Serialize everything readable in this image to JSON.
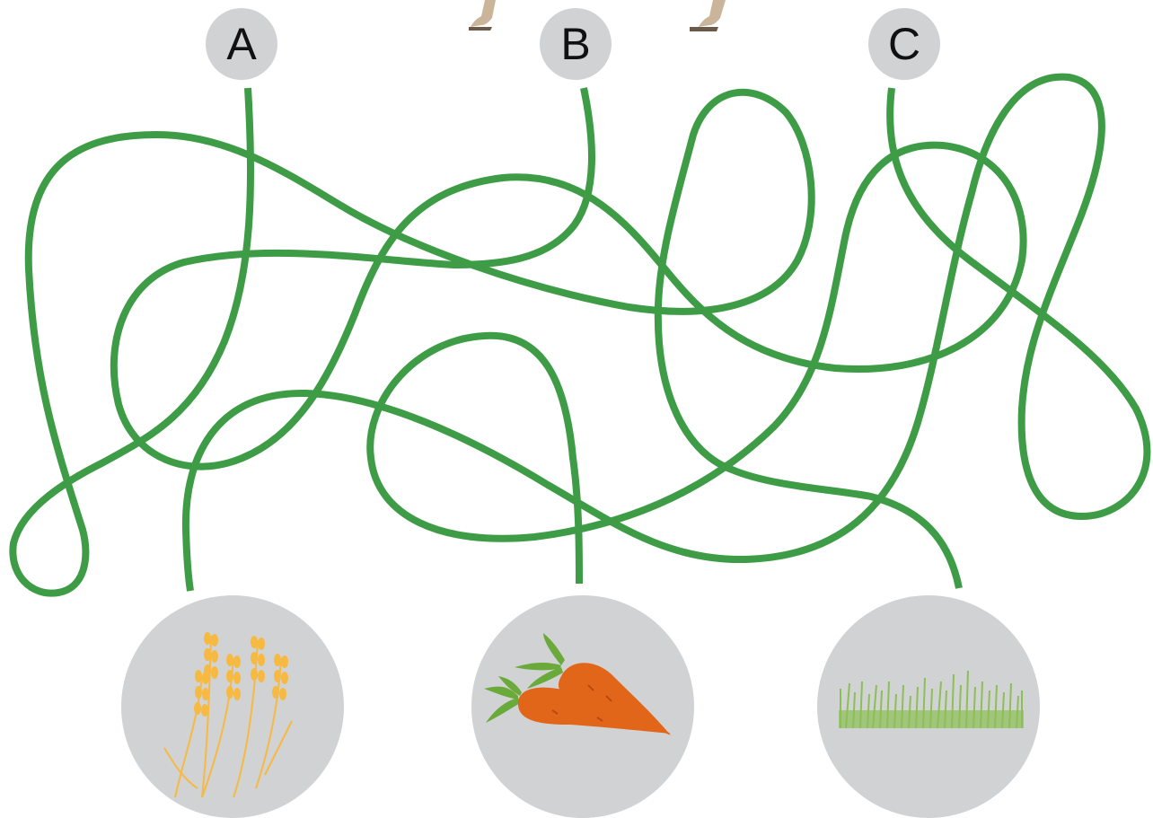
{
  "game": {
    "type": "maze",
    "starts": [
      {
        "id": "a",
        "label": "A"
      },
      {
        "id": "b",
        "label": "B"
      },
      {
        "id": "c",
        "label": "C"
      }
    ],
    "goals": [
      {
        "id": "wheat",
        "icon": "wheat-icon"
      },
      {
        "id": "carrot",
        "icon": "carrots-icon"
      },
      {
        "id": "grass",
        "icon": "grass-icon"
      }
    ]
  },
  "colors": {
    "path": "#3d9c45",
    "disc": "#d1d2d4",
    "wheat": "#f6b942",
    "carrot": "#e2661a",
    "leaf": "#6aaa3a",
    "grass": "#8cbf55",
    "hoof": "#cbb59a"
  }
}
